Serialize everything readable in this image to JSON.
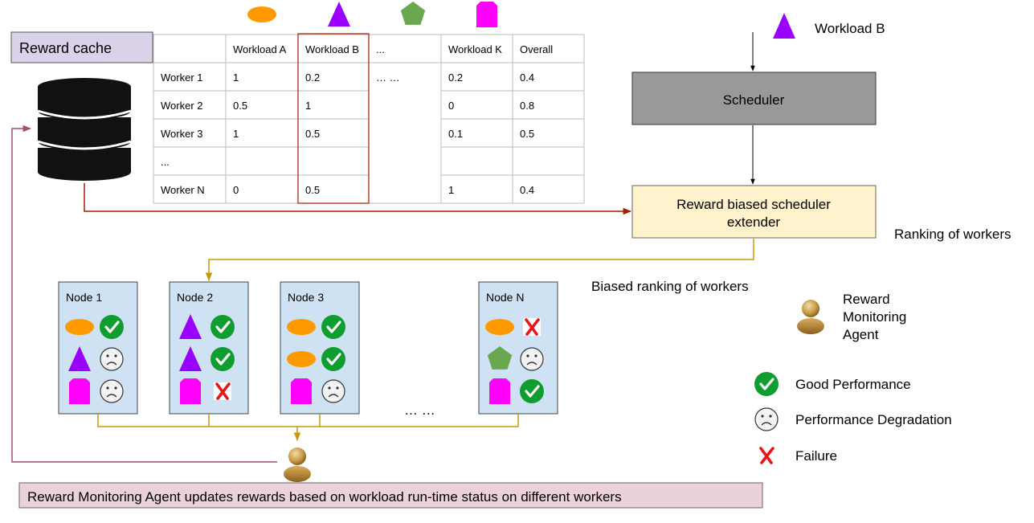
{
  "reward_cache": {
    "label": "Reward cache",
    "table": {
      "column_headers": [
        "",
        "Workload A",
        "Workload B",
        "...",
        "Workload K",
        "Overall"
      ],
      "rows": [
        {
          "label": "Worker 1",
          "cells": [
            "1",
            "0.2",
            "… …",
            "0.2",
            "0.4"
          ]
        },
        {
          "label": "Worker 2",
          "cells": [
            "0.5",
            "1",
            "",
            "0",
            "0.8"
          ]
        },
        {
          "label": "Worker 3",
          "cells": [
            "1",
            "0.5",
            "",
            "0.1",
            "0.5"
          ]
        },
        {
          "label": "...",
          "cells": [
            "",
            "",
            "",
            "",
            ""
          ]
        },
        {
          "label": "Worker N",
          "cells": [
            "0",
            "0.5",
            "",
            "1",
            "0.4"
          ]
        }
      ],
      "highlighted_column": "Workload B"
    }
  },
  "header_shapes": [
    {
      "shape": "ellipse",
      "color": "#ff9900",
      "workload": "Workload A"
    },
    {
      "shape": "triangle",
      "color": "#9900ff",
      "workload": "Workload B"
    },
    {
      "shape": "pentagon",
      "color": "#6aa84f",
      "workload": "..."
    },
    {
      "shape": "tag",
      "color": "#ff00ff",
      "workload": "Workload K"
    }
  ],
  "incoming_workload": {
    "label": "Workload B",
    "shape": "triangle",
    "color": "#9900ff"
  },
  "scheduler": {
    "label": "Scheduler"
  },
  "extender": {
    "line1": "Reward biased scheduler",
    "line2": "extender"
  },
  "ranking_label": "Ranking of workers",
  "biased_ranking_label": "Biased ranking of workers",
  "nodes": [
    {
      "name": "Node 1",
      "items": [
        {
          "shape": "ellipse",
          "status": "good"
        },
        {
          "shape": "triangle",
          "status": "degradation"
        },
        {
          "shape": "tag",
          "status": "degradation"
        }
      ]
    },
    {
      "name": "Node 2",
      "items": [
        {
          "shape": "triangle",
          "status": "good"
        },
        {
          "shape": "triangle",
          "status": "good"
        },
        {
          "shape": "tag",
          "status": "failure"
        }
      ]
    },
    {
      "name": "Node 3",
      "items": [
        {
          "shape": "ellipse",
          "status": "good"
        },
        {
          "shape": "ellipse",
          "status": "good"
        },
        {
          "shape": "tag",
          "status": "degradation"
        }
      ]
    },
    {
      "name": "Node N",
      "items": [
        {
          "shape": "ellipse",
          "status": "failure"
        },
        {
          "shape": "pentagon",
          "status": "degradation"
        },
        {
          "shape": "tag",
          "status": "good"
        }
      ]
    }
  ],
  "nodes_ellipsis": "… …",
  "agent_label": {
    "line1": "Reward",
    "line2": "Monitoring",
    "line3": "Agent"
  },
  "legend": [
    {
      "icon": "check-icon",
      "label": "Good Performance"
    },
    {
      "icon": "sad-face-icon",
      "label": "Performance Degradation"
    },
    {
      "icon": "cross-icon",
      "label": "Failure"
    }
  ],
  "caption": "Reward Monitoring Agent updates rewards based on workload run-time status on different workers",
  "colors": {
    "ellipse": "#ff9900",
    "triangle": "#9900ff",
    "pentagon": "#6aa84f",
    "tag": "#ff00ff",
    "good": "#0f9d2f",
    "failure": "#e8151b",
    "node_fill": "#cfe2f3",
    "extender_fill": "#fff2cc",
    "scheduler_fill": "#999999",
    "cache_label_fill": "#d9d2e9",
    "caption_fill": "#ead1dc",
    "red_arrow": "#a61c00",
    "gold_arrow": "#c99a06",
    "purple_arrow": "#a64d79"
  }
}
